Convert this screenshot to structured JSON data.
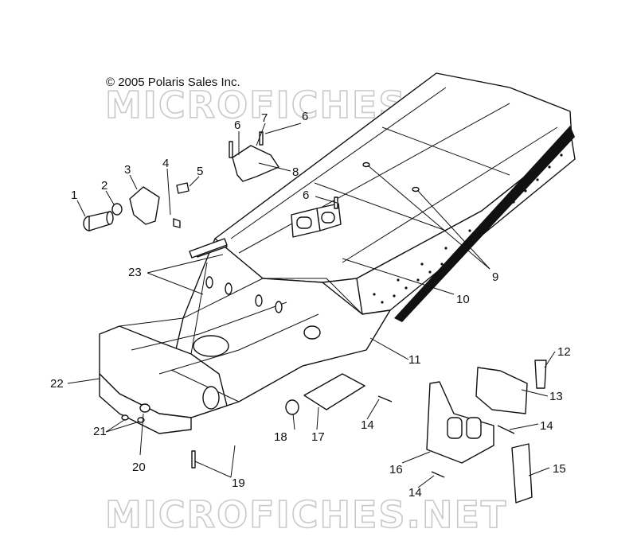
{
  "copyright": "© 2005 Polaris Sales Inc.",
  "watermark": "MICROFICHES.NET",
  "callouts": [
    "1",
    "2",
    "3",
    "4",
    "5",
    "6",
    "6",
    "6",
    "7",
    "8",
    "9",
    "10",
    "11",
    "12",
    "13",
    "14",
    "14",
    "14",
    "15",
    "16",
    "17",
    "18",
    "19",
    "20",
    "21",
    "22",
    "23"
  ],
  "colors": {
    "line": "#111111",
    "watermark": "#c9c9c9",
    "background": "#ffffff"
  }
}
